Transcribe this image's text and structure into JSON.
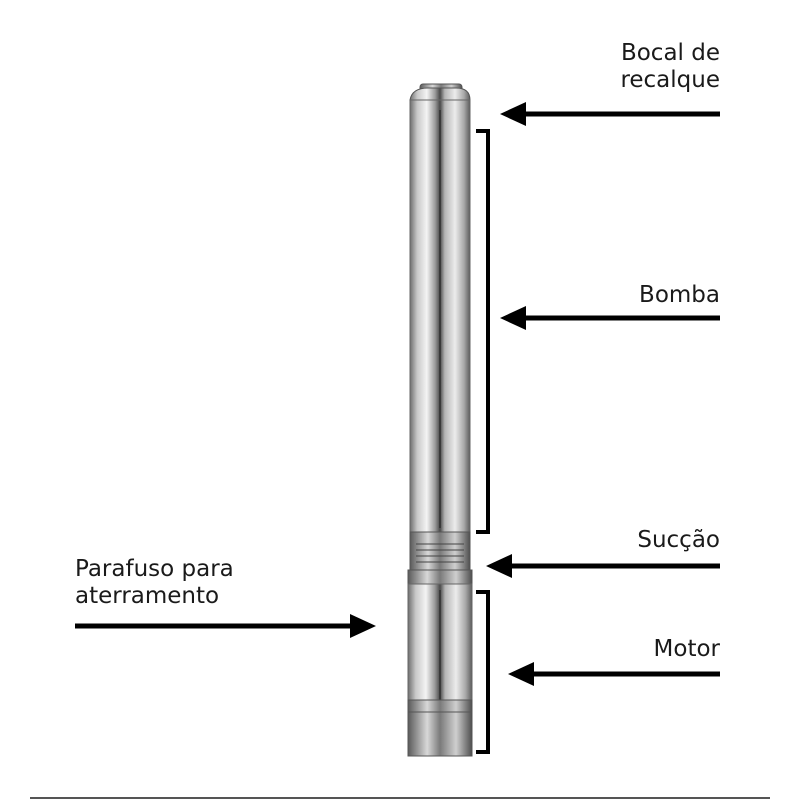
{
  "labels": {
    "bocal_line1": "Bocal de",
    "bocal_line2": "recalque",
    "bomba": "Bomba",
    "succao": "Sucção",
    "motor": "Motor",
    "parafuso_line1": "Parafuso para",
    "parafuso_line2": "aterramento"
  }
}
